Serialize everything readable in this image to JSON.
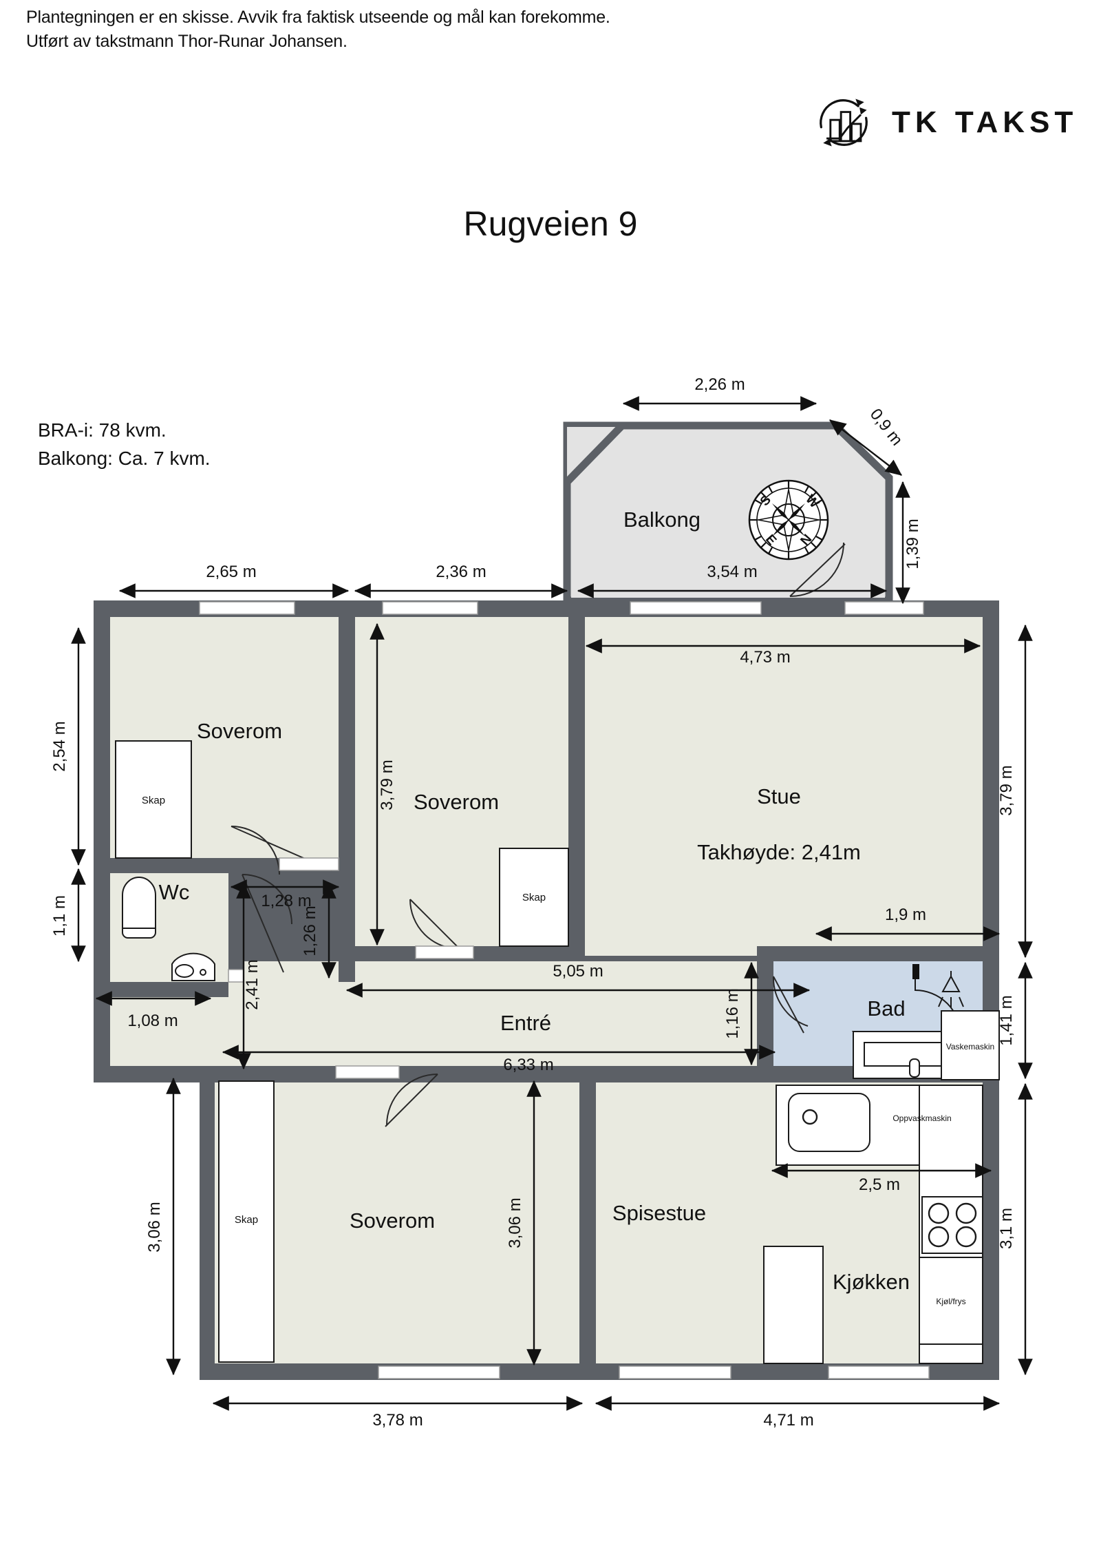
{
  "header": {
    "disclaimer_line1": "Plantegningen er en skisse. Avvik fra faktisk utseende og mål kan forekomme.",
    "disclaimer_line2": "Utført av takstmann Thor-Runar Johansen."
  },
  "logo": {
    "name": "TK TAKST",
    "icon": "tk-takst-circular-chart-logo"
  },
  "title": "Rugveien 9",
  "area_info": {
    "bra": "BRA-i: 78 kvm.",
    "balcony": "Balkong: Ca. 7 kvm."
  },
  "rooms": {
    "balkong": "Balkong",
    "soverom_nw": "Soverom",
    "soverom_mid": "Soverom",
    "soverom_sw": "Soverom",
    "stue": "Stue",
    "stue_height": "Takhøyde: 2,41m",
    "wc": "Wc",
    "entre": "Entré",
    "bad": "Bad",
    "spisestue": "Spisestue",
    "kjokken": "Kjøkken"
  },
  "fixtures": {
    "skap_nw": "Skap",
    "skap_mid": "Skap",
    "skap_sw": "Skap",
    "vaskemaskin": "Vaskemaskin",
    "oppvaskmaskin": "Oppvaskmaskin",
    "kjolfrys": "Kjøl/frys"
  },
  "compass": {
    "n": "N",
    "s": "S",
    "e": "E",
    "w": "W"
  },
  "dimensions": {
    "balcony_top": "2,26 m",
    "balcony_diag": "0,9 m",
    "balcony_right": "1,39 m",
    "top_1": "2,65 m",
    "top_2": "2,36 m",
    "top_3": "3,54 m",
    "left_1": "2,54 m",
    "left_2": "1,1 m",
    "left_3": "1,08 m",
    "left_4": "3,06 m",
    "stue_top": "4,73 m",
    "soverom_mid_h": "3,79 m",
    "wc_w": "1,28 m",
    "wc_h": "1,26 m",
    "hall_v": "2,41 m",
    "entre_5": "5,05 m",
    "entre_6": "6,33 m",
    "entre_h": "1,16 m",
    "stue_low": "1,9 m",
    "soverom_sw_h": "3,06 m",
    "kjokken_w": "2,5 m",
    "right_1": "3,79 m",
    "right_2": "1,41 m",
    "right_3": "3,1 m",
    "bottom_1": "3,78 m",
    "bottom_2": "4,71 m"
  },
  "colors": {
    "wall": "#5c6066",
    "room": "#e9eae0",
    "bath": "#ccd9e8",
    "balcony": "#e3e3e3",
    "ink": "#111111"
  }
}
